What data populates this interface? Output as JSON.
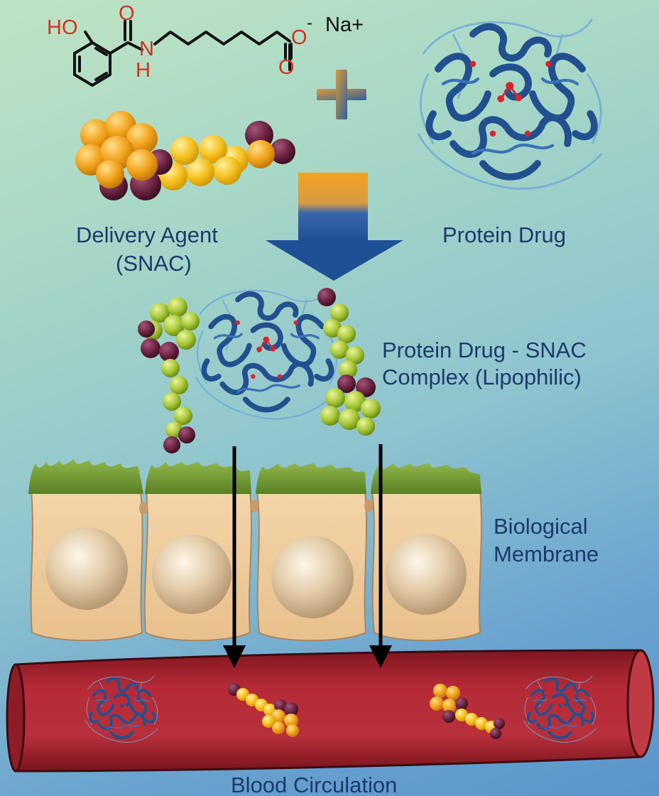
{
  "labels": {
    "delivery_agent": "Delivery Agent",
    "delivery_agent_abbr": "(SNAC)",
    "protein_drug": "Protein Drug",
    "complex_line1": "Protein Drug - SNAC",
    "complex_line2": "Complex (Lipophilic)",
    "membrane_line1": "Biological",
    "membrane_line2": "Membrane",
    "blood": "Blood Circulation"
  },
  "chemistry": {
    "ho": "HO",
    "n": "N",
    "h": "H",
    "o_top": "O",
    "o_bottom": "O",
    "o_minus": "O",
    "charge": "-",
    "sodium": "Na+"
  },
  "symbols": {
    "plus": "+"
  },
  "colors": {
    "text": "#1b3a6b",
    "heteroatom": "#d4301f",
    "ribbon": "#22508f",
    "snac_orange": "#f2a21c",
    "snac_green": "#a9c83a",
    "oxygen_sphere": "#6b2440",
    "vessel": "#b52a36",
    "cell": "#ecc99a"
  }
}
